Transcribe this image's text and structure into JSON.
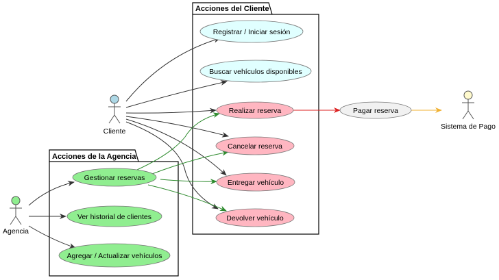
{
  "packages": {
    "cliente": {
      "title": "Acciones del Cliente"
    },
    "agencia": {
      "title": "Acciones de la Agencia"
    }
  },
  "actors": {
    "cliente": {
      "name": "Cliente",
      "color": "#add8e6"
    },
    "agencia": {
      "name": "Agencia",
      "color": "#90ee90"
    },
    "pago": {
      "name": "Sistema de Pago",
      "color": "#fffacd"
    }
  },
  "use_cases": {
    "registrar": {
      "label": "Registrar / Iniciar sesión",
      "color": "#e0ffff"
    },
    "buscar": {
      "label": "Buscar vehículos disponibles",
      "color": "#e0ffff"
    },
    "realizar": {
      "label": "Realizar reserva",
      "color": "#ffb6c1"
    },
    "cancelar": {
      "label": "Cancelar reserva",
      "color": "#ffb6c1"
    },
    "entregar": {
      "label": "Entregar vehículo",
      "color": "#ffb6c1"
    },
    "devolver": {
      "label": "Devolver vehículo",
      "color": "#ffb6c1"
    },
    "gestionar": {
      "label": "Gestionar reservas",
      "color": "#90ee90"
    },
    "historial": {
      "label": "Ver historial de clientes",
      "color": "#90ee90"
    },
    "agregar": {
      "label": "Agregar / Actualizar vehículos",
      "color": "#90ee90"
    },
    "pagar": {
      "label": "Pagar reserva",
      "color": "#f1f1f1"
    }
  },
  "edge_colors": {
    "default": "#333333",
    "agencia": "#2e8b2e",
    "payment": "#dd2222",
    "external": "#f0b030"
  }
}
